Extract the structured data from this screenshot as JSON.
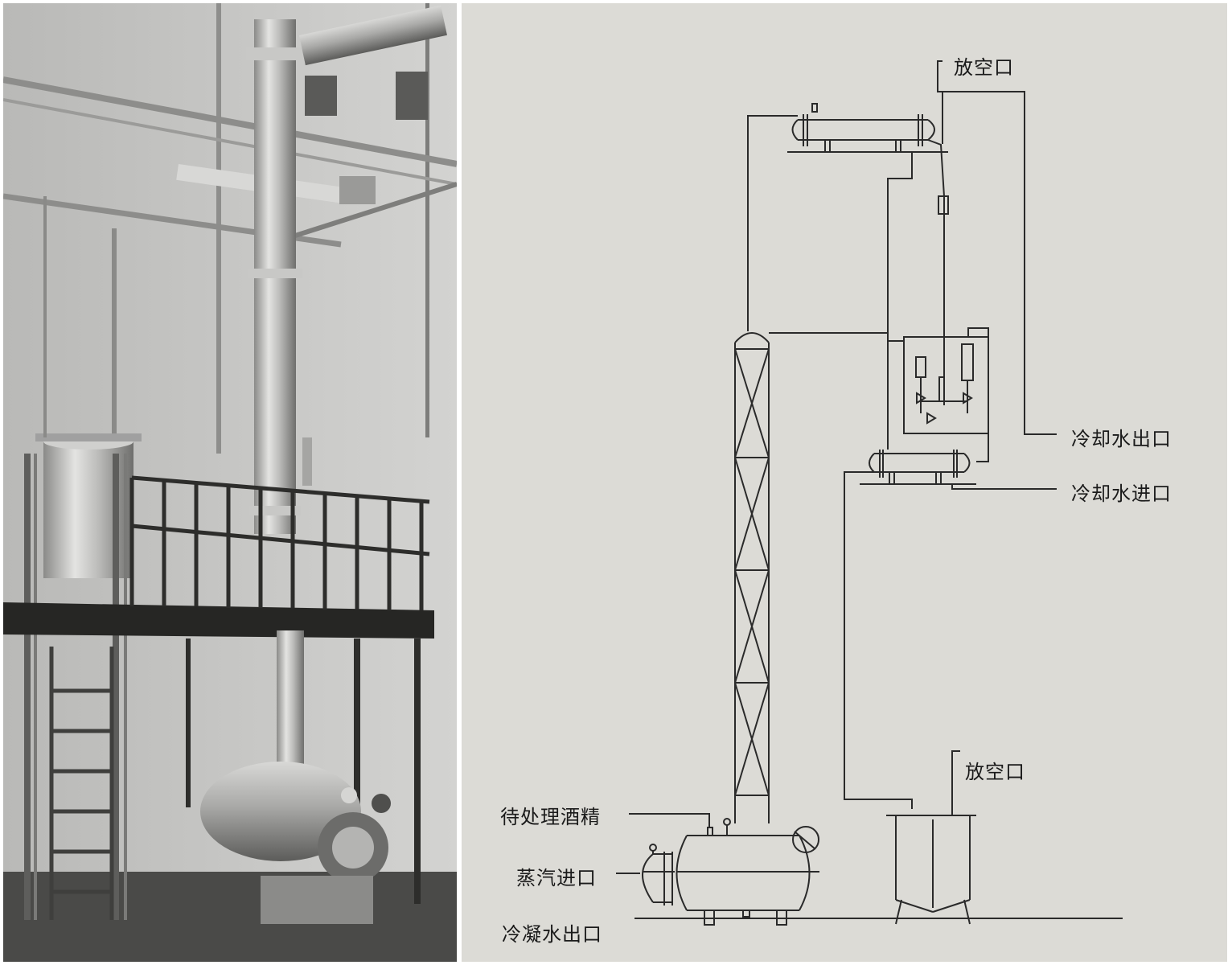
{
  "labels": {
    "vent_top": "放空口",
    "cooling_water_out": "冷却水出口",
    "cooling_water_in": "冷却水进口",
    "vent_bottom": "放空口",
    "raw_alcohol": "待处理酒精",
    "steam_inlet": "蒸汽进口",
    "condensate_outlet": "冷凝水出口"
  }
}
